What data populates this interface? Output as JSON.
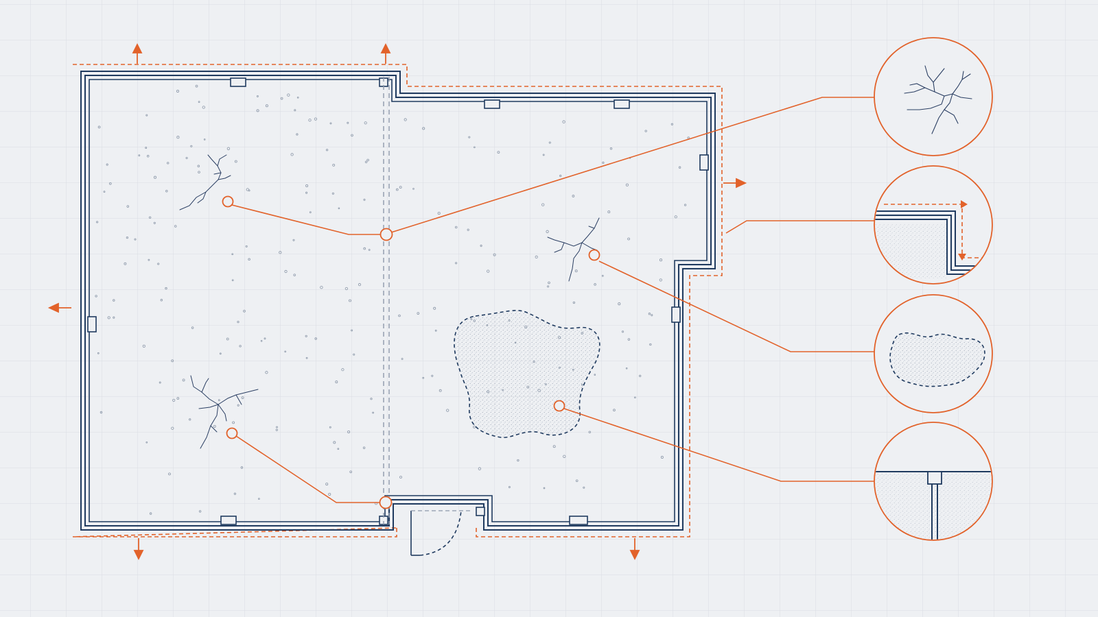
{
  "colors": {
    "background": "#eef0f3",
    "grid": "#d7dbe2",
    "wall": "#1f3a5f",
    "callout": "#e2622a",
    "speckle": "#8b97a8",
    "patch_fill": "#dcdfe4"
  },
  "diagram": {
    "subject": "foundation-slab-plan",
    "markers": [
      {
        "name": "crack-upper-left-marker",
        "target": "hairline-crack-detail"
      },
      {
        "name": "joint-marker",
        "target": "hairline-crack-detail"
      },
      {
        "name": "crack-right-marker",
        "target": "unsupported-patch-detail"
      },
      {
        "name": "crack-lower-left-marker",
        "target": "joint-marker"
      },
      {
        "name": "patch-marker",
        "target": "footing-section-detail"
      },
      {
        "name": "perimeter-marker",
        "target": "perimeter-offset-detail"
      }
    ],
    "details": [
      {
        "name": "hairline-crack-detail",
        "icon": "crack-icon"
      },
      {
        "name": "perimeter-offset-detail",
        "icon": "wall-corner-offset-icon"
      },
      {
        "name": "unsupported-patch-detail",
        "icon": "patch-icon"
      },
      {
        "name": "footing-section-detail",
        "icon": "footing-section-icon"
      }
    ],
    "arrows": [
      "up",
      "up",
      "left",
      "right",
      "down",
      "down"
    ]
  }
}
